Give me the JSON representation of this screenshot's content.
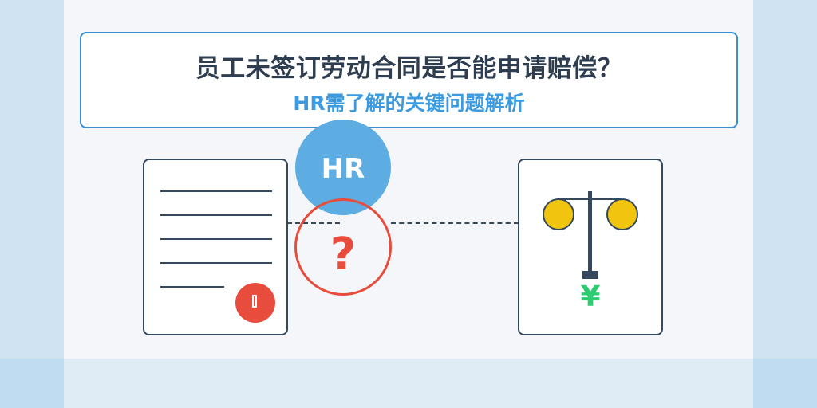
{
  "banner": {
    "title": "员工未签订劳动合同是否能申请赔偿？",
    "subtitle": "HR需了解的关键问题解析"
  },
  "illustration": {
    "hr_label": "HR",
    "question_mark": "?",
    "currency_symbol": "¥",
    "document_line_count": 5,
    "colors": {
      "title": "#2e3e50",
      "subtitle": "#3b9ae0",
      "hr_circle": "#5dade2",
      "alert_red": "#e74c3c",
      "scale_pan": "#f1c40f",
      "yen": "#2ecc71",
      "outline": "#34495e"
    }
  }
}
